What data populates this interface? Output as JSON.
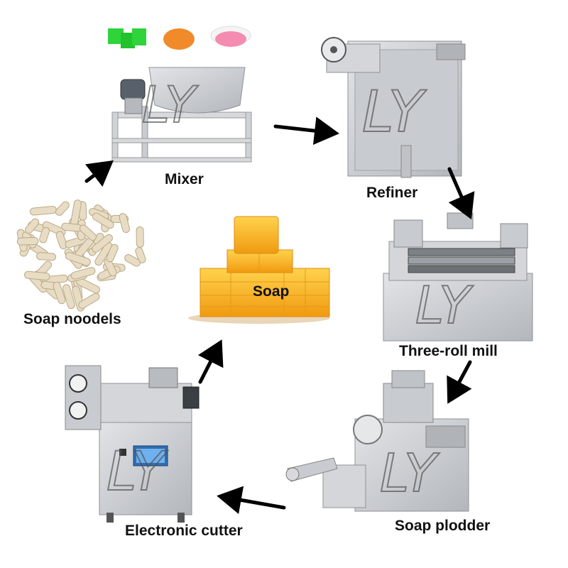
{
  "stages": {
    "mixer": "Mixer",
    "refiner": "Refiner",
    "three_roll_mill": "Three-roll mill",
    "soap_plodder": "Soap plodder",
    "electronic_cutter": "Electronic cutter",
    "soap_noodles": "Soap noodels",
    "soap": "Soap"
  },
  "colors": {
    "machine": "#c9ccd0",
    "machine_dark": "#8e9297",
    "soap_yellow": "#f7b21a",
    "noodle": "#e8dcc4",
    "arrow": "#000000"
  }
}
